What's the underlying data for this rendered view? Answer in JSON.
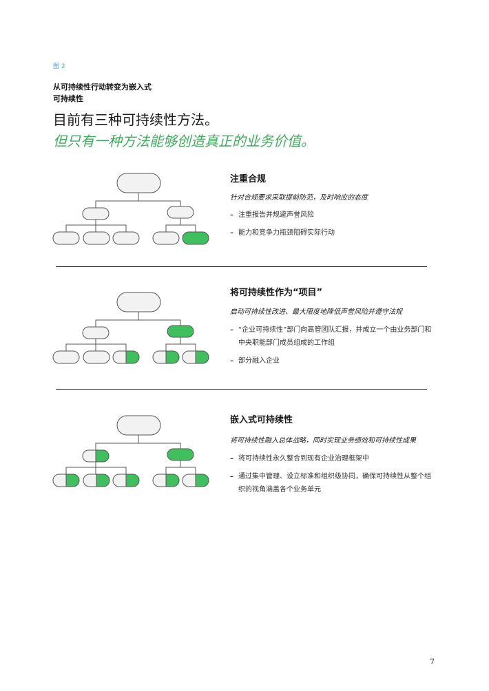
{
  "figure_label": "图 2",
  "figure_title": [
    "从可持续性行动转变为嵌入式",
    "可持续性"
  ],
  "headline": "目前有三种可持续性方法。",
  "subheadline": "但只有一种方法能够创造真正的业务价值。",
  "colors": {
    "green": "#40bf5f",
    "gray": "#f2f2f2",
    "stroke": "#555555",
    "label_blue": "#4aa3e0"
  },
  "sections": [
    {
      "title": "注重合规",
      "subtitle": "针对合规要求采取提前防范，及时响应的态度",
      "bullets": [
        "注重报告并规避声誉风险",
        "能力和竞争力瓶颈阻碍实际行动"
      ],
      "diagram": {
        "root": "gray",
        "mid": [
          "gray",
          "gray"
        ],
        "leaves": [
          "gray",
          "gray",
          "gray",
          "gray",
          "green"
        ]
      }
    },
    {
      "title": "将可持续性作为“项目”",
      "subtitle": "启动可持续性改进、最大限度地降低声誉风险并遵守法规",
      "bullets": [
        "“企业可持续性”部门向高管团队汇报，并成立一个由业务部门和中央职能部门成员组成的工作组",
        "部分融入企业"
      ],
      "diagram": {
        "root": "gray",
        "mid": [
          "gray",
          "green"
        ],
        "leaves": [
          "gray",
          "gray",
          "half",
          "half",
          "half"
        ]
      }
    },
    {
      "title": "嵌入式可持续性",
      "subtitle": "将可持续性融入总体战略，同时实现业务绩效和可持续性成果",
      "bullets": [
        "将可持续性永久整合到现有企业治理框架中",
        "通过集中管理、设立标准和组织级协同，确保可持续性从整个组织的视角涵盖各个业务单元"
      ],
      "diagram": {
        "root": "gray",
        "mid": [
          "half",
          "green"
        ],
        "leaves": [
          "half",
          "half",
          "half",
          "half",
          "half"
        ]
      }
    }
  ],
  "page_number": "7"
}
